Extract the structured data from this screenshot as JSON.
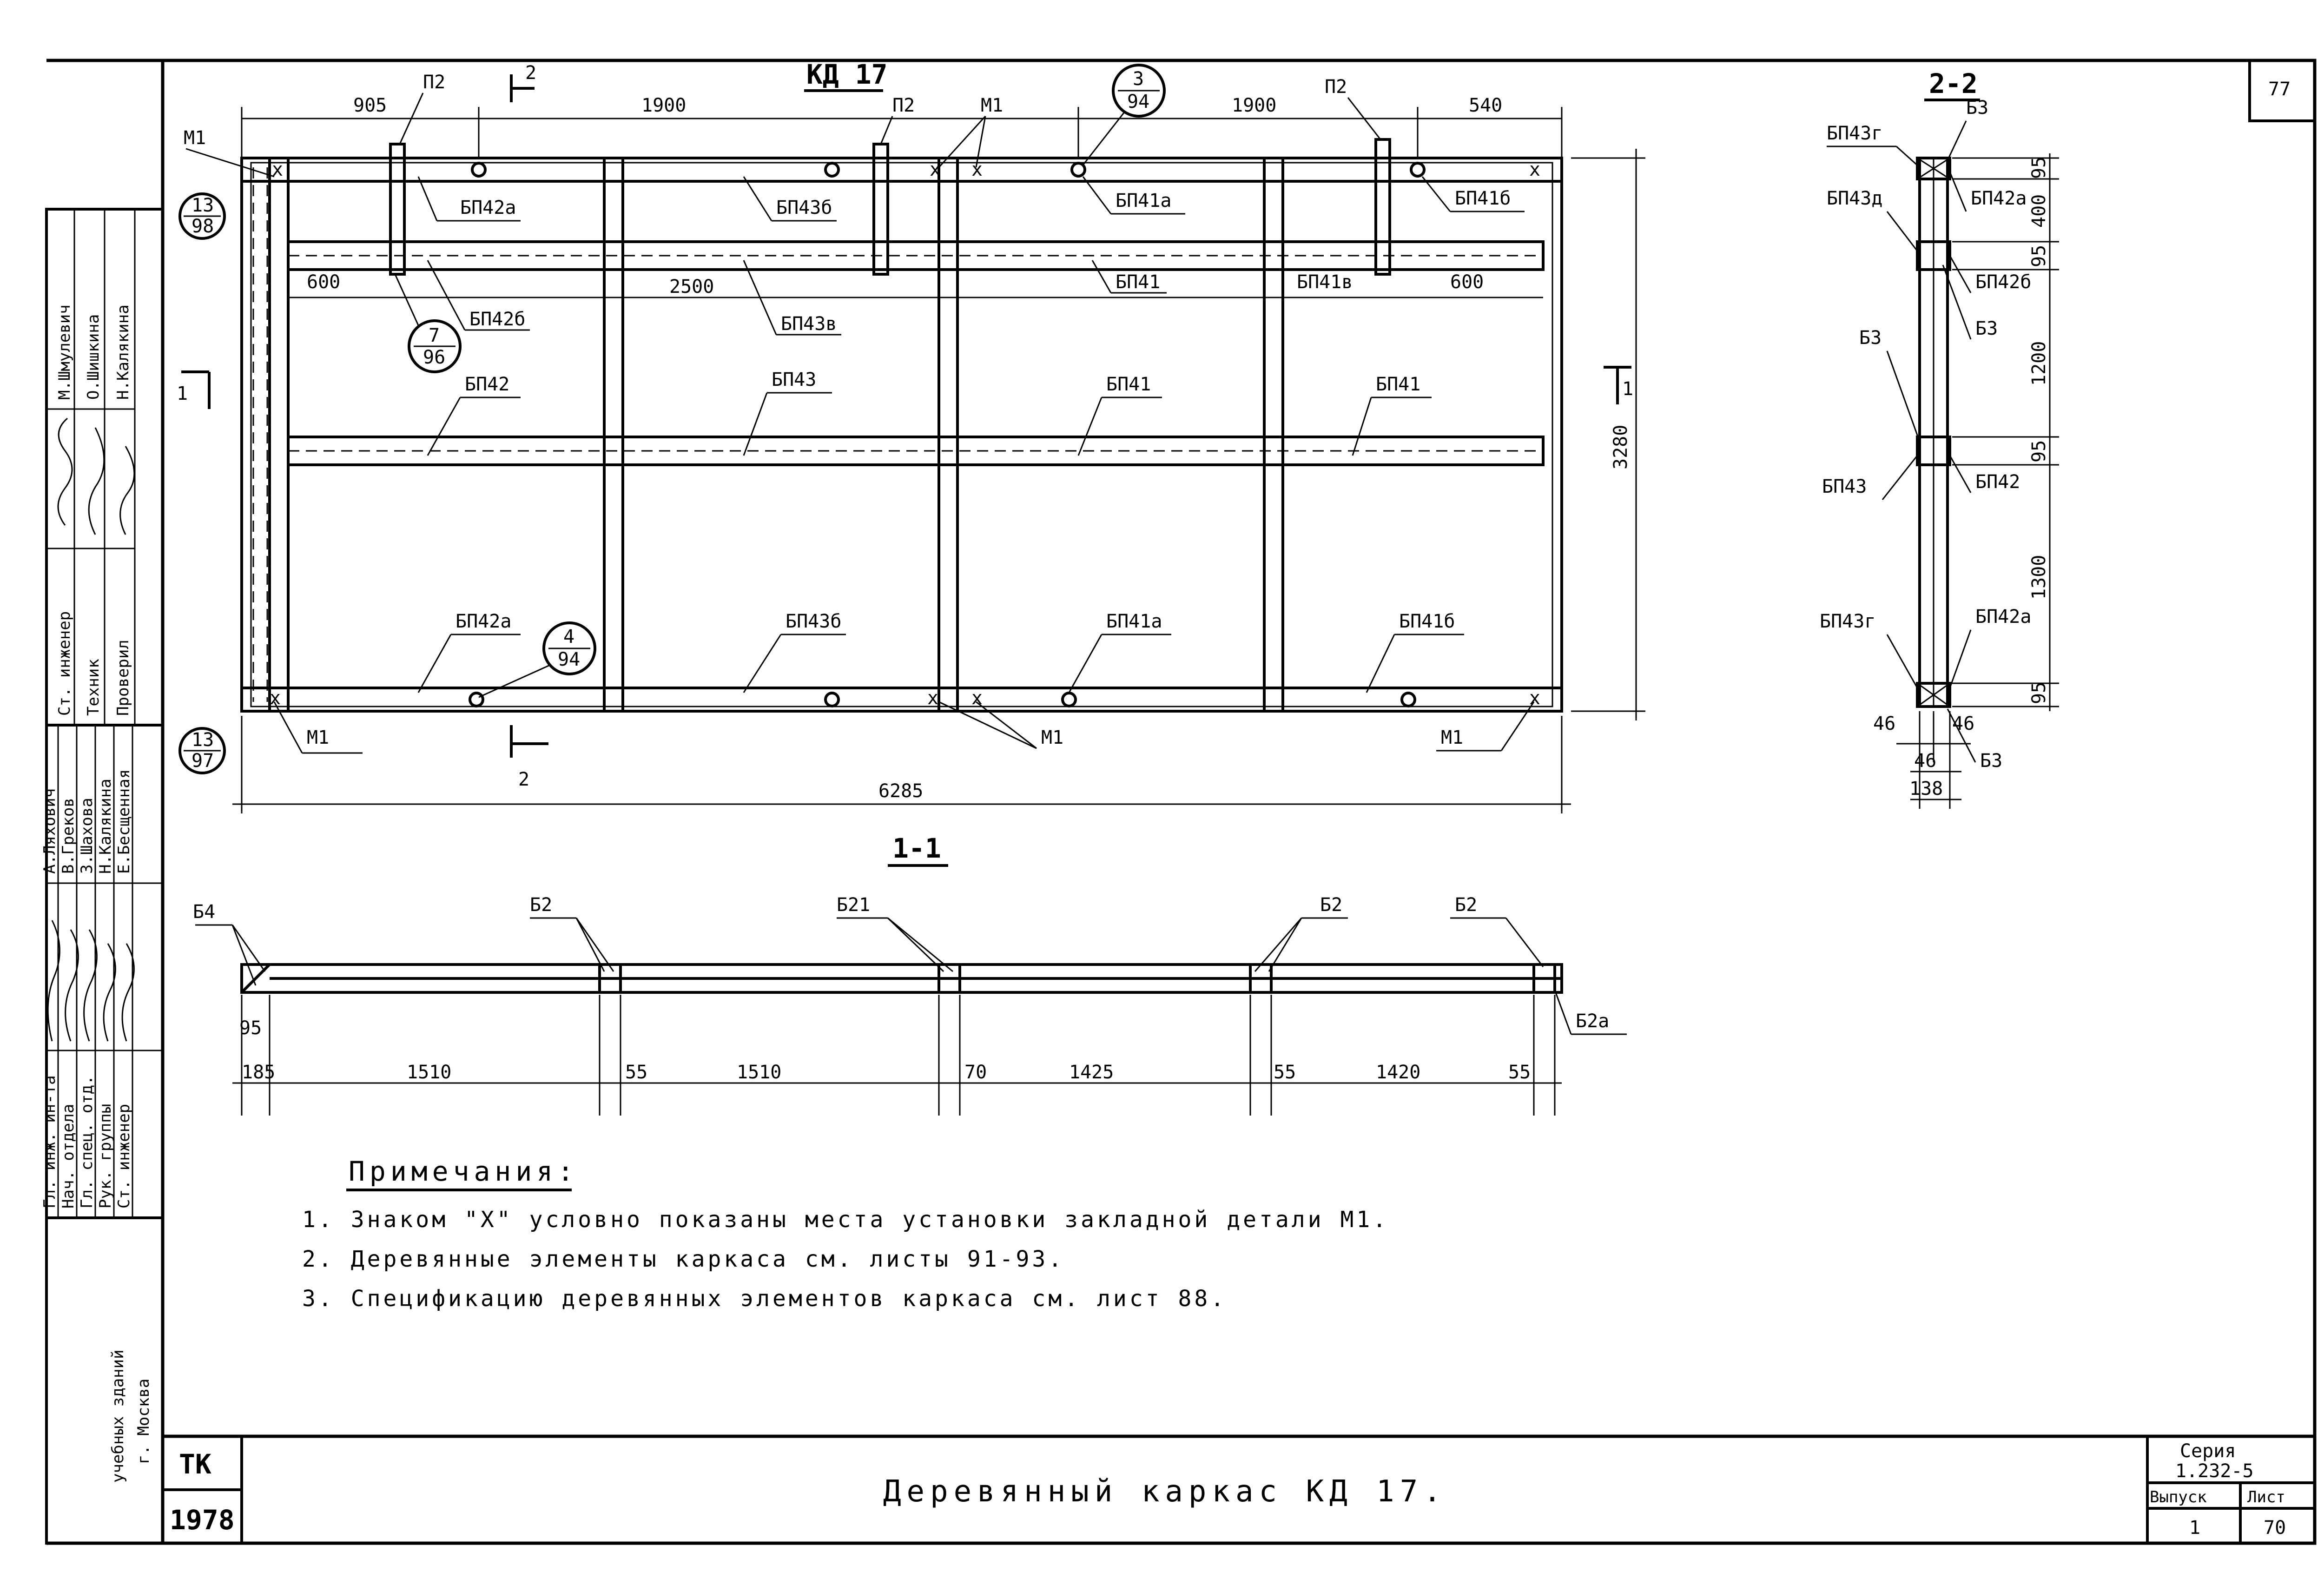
{
  "sheet_number": "77",
  "title_block": {
    "org_code": "ТК",
    "year": "1978",
    "series_label": "Серия",
    "series": "1.232-5",
    "issue_label": "Выпуск",
    "sheet_label": "Лист",
    "issue": "1",
    "sheet": "70",
    "title": "Деревянный каркас КД 17.",
    "org_name_1": "учебных зданий",
    "org_name_2": "г. Москва",
    "signers_top": [
      {
        "role": "Ст. инженер",
        "name": "М.Шмулевич"
      },
      {
        "role": "Техник",
        "name": "О.Шишкина"
      },
      {
        "role": "Проверил",
        "name": "Н.Калякина"
      }
    ],
    "signers_bottom": [
      {
        "role": "Гл. инж. ин-та",
        "name": "А.Ляхович"
      },
      {
        "role": "Нач. отдела",
        "name": "В.Греков"
      },
      {
        "role": "Гл. спец. отд.",
        "name": "З.Шахова"
      },
      {
        "role": "Рук. группы",
        "name": "Н.Калякина"
      },
      {
        "role": "Ст. инженер",
        "name": "Е.Бесщенная"
      }
    ]
  },
  "main_view": {
    "label": "КД 17",
    "top_dims": [
      "905",
      "1900",
      "1900",
      "540"
    ],
    "inner_dims": [
      "600",
      "2500",
      "600"
    ],
    "overall_width": "6285",
    "overall_height": "3280",
    "section_1": "1",
    "section_2": "2",
    "labels": {
      "p2": "П2",
      "m1": "М1",
      "bp42a": "БП42а",
      "bp43b": "БП43б",
      "bp41a": "БП41а",
      "bp41b": "БП41б",
      "bp42b": "БП42б",
      "bp43v": "БП43в",
      "bp41": "БП41",
      "bp41v": "БП41в",
      "bp42": "БП42",
      "bp43": "БП43"
    },
    "callouts": [
      {
        "top": "13",
        "bottom": "98"
      },
      {
        "top": "7",
        "bottom": "96"
      },
      {
        "top": "3",
        "bottom": "94"
      },
      {
        "top": "4",
        "bottom": "94"
      },
      {
        "top": "13",
        "bottom": "97"
      }
    ]
  },
  "section_1_1": {
    "label": "1-1",
    "labels": {
      "b4": "Б4",
      "b2": "Б2",
      "b21": "Б21",
      "b2a": "Б2а"
    },
    "dims": [
      "185",
      "1510",
      "55",
      "1510",
      "70",
      "1425",
      "55",
      "1420",
      "55"
    ],
    "height": "95"
  },
  "section_2_2": {
    "label": "2-2",
    "labels": {
      "bp43g": "БП43г",
      "b3": "Б3",
      "bp42a": "БП42а",
      "bp43d": "БП43д",
      "bp42b": "БП42б",
      "bp43": "БП43",
      "bp42": "БП42"
    },
    "vert_dims": [
      "95",
      "400",
      "95",
      "1200",
      "95",
      "1300",
      "95"
    ],
    "bottom_dims": [
      "46",
      "46",
      "46",
      "138"
    ]
  },
  "notes": {
    "heading": "Примечания:",
    "items": [
      "1. Знаком \"Х\" условно показаны места установки закладной детали М1.",
      "2. Деревянные элементы каркаса см. листы 91-93.",
      "3. Спецификацию деревянных элементов каркаса см. лист 88."
    ]
  }
}
